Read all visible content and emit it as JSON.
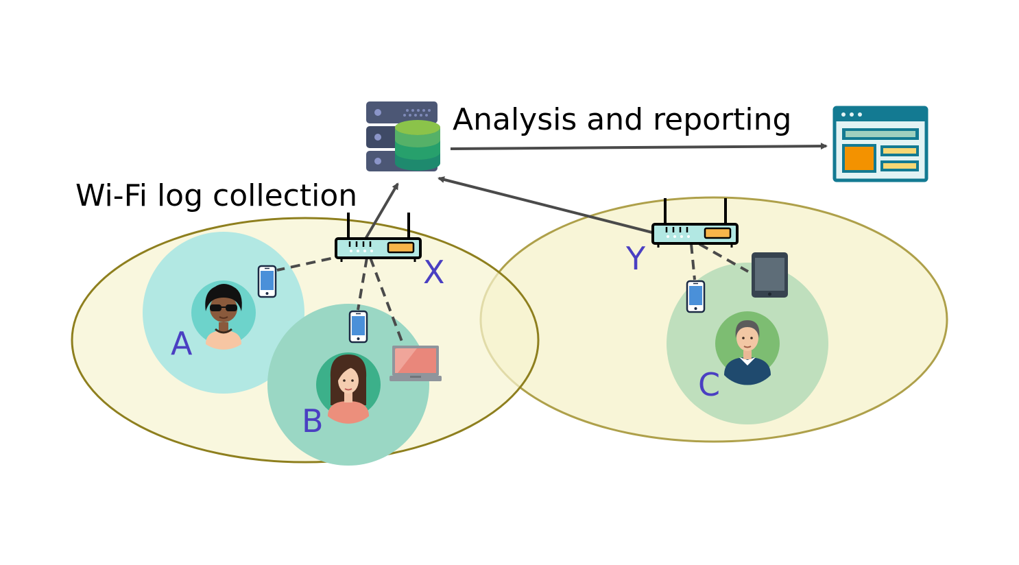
{
  "labels": {
    "analysis": "Analysis and reporting",
    "collection": "Wi-Fi log collection"
  },
  "routers": [
    {
      "id": "X",
      "label": "X"
    },
    {
      "id": "Y",
      "label": "Y"
    }
  ],
  "users": [
    {
      "id": "A",
      "label": "A"
    },
    {
      "id": "B",
      "label": "B"
    },
    {
      "id": "C",
      "label": "C"
    }
  ],
  "colors": {
    "label_blue": "#4a3fc2",
    "zone_fill": "#f7f3d0",
    "zone_stroke_x": "#8e7f1e",
    "zone_stroke_y": "#aea04a",
    "user_a_circle": "#b2e8e3",
    "user_b_circle": "#9ad7c4",
    "user_c_circle": "#bfdfbd",
    "arrow": "#4a4a4a",
    "dashed_link": "#4a4a4a"
  },
  "icons": [
    "server-database-icon",
    "dashboard-report-icon",
    "wifi-router-icon",
    "smartphone-icon",
    "laptop-icon",
    "tablet-icon",
    "user-avatar-icon"
  ]
}
